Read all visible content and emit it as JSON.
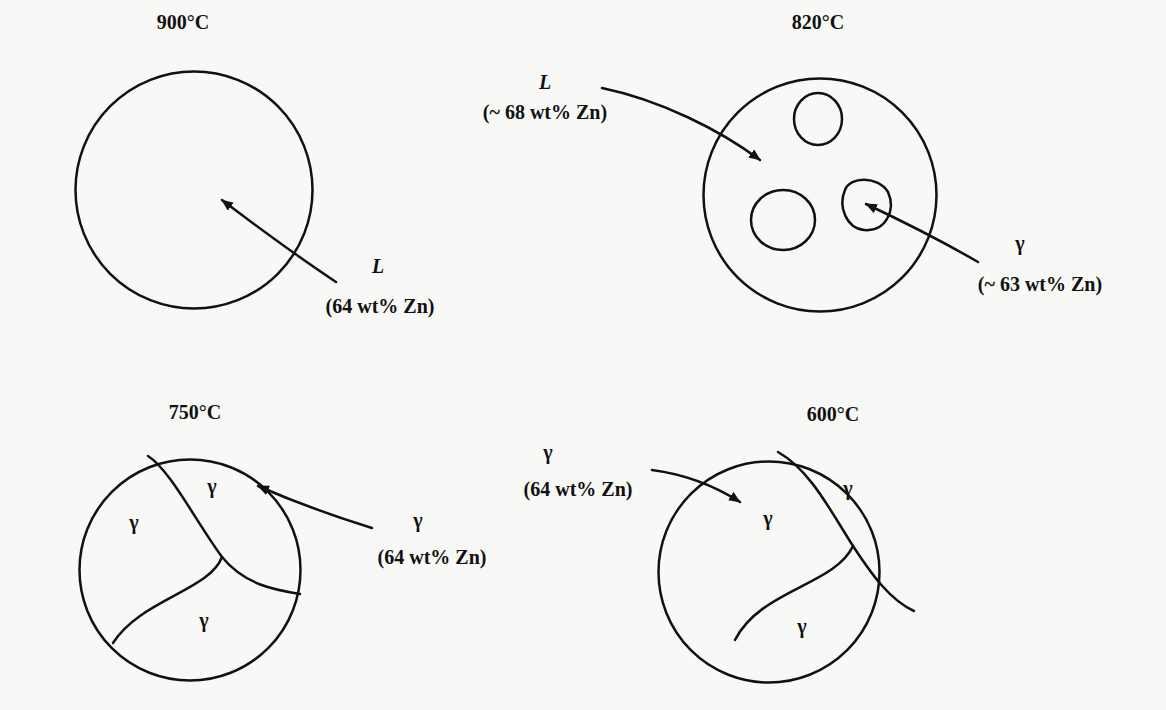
{
  "diagram": {
    "nodes": [
      {
        "text": [
          "900°C"
        ]
      },
      {
        "text": [
          "820°C"
        ]
      },
      {
        "text": [
          "750°C",
          "γ",
          "γ",
          "γ"
        ]
      },
      {
        "text": [
          "600°C",
          "γ",
          "γ",
          "γ"
        ]
      }
    ],
    "labels": [
      "L",
      "(64 wt% Zn)",
      "L",
      "(~ 68 wt% Zn)",
      "γ",
      "(~ 63 wt% Zn)",
      "γ",
      "(64 wt% Zn)",
      "γ",
      "(64 wt% Zn)"
    ]
  }
}
